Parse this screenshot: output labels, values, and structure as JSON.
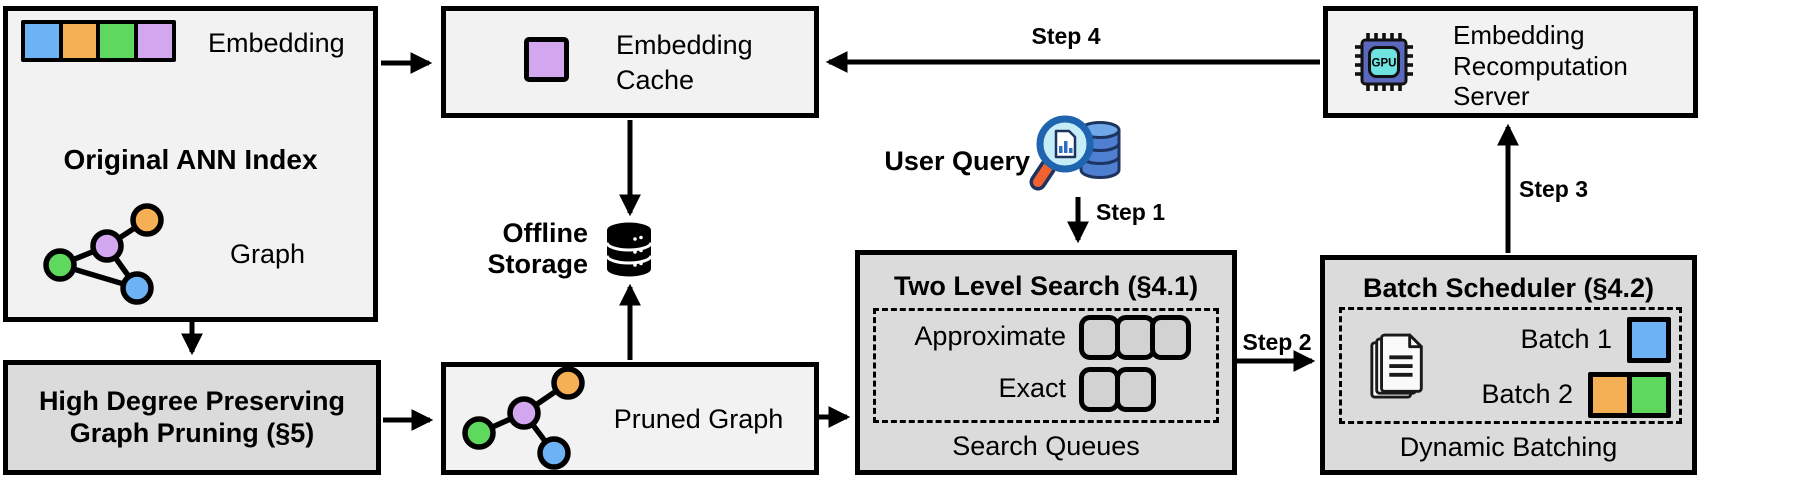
{
  "colors": {
    "blue": "#6CB2F5",
    "orange": "#F5AF55",
    "green": "#5ED95E",
    "purple": "#D2A7EF",
    "box_light": "#F2F2F2",
    "box_gray": "#DBDBDB",
    "slot_fill": "#D2D2D2",
    "gpu_chip": "#5A69BE",
    "gpu_core": "#6FE3DF",
    "query_db_blue": "#4E7FD0",
    "query_db_top": "#6FA8E8",
    "query_db_dark": "#1D3461",
    "lens_fill": "#C6ECF7",
    "lens_rim": "#1F64AE",
    "handle_orange": "#F2622E",
    "doc_fill": "#FAFAFA",
    "doc_stroke": "#1A1A1A"
  },
  "boxes": {
    "original_ann_index": {
      "title": "Original ANN Index",
      "embedding_label": "Embedding",
      "graph_label": "Graph",
      "embedding_swatches": [
        "blue",
        "orange",
        "green",
        "purple"
      ]
    },
    "high_degree_pruning": {
      "title": "High Degree Preserving\nGraph Pruning (§5)"
    },
    "embedding_cache": {
      "label": "Embedding\nCache",
      "swatches": [
        "purple"
      ]
    },
    "offline_storage": {
      "label": "Offline\nStorage"
    },
    "pruned_graph": {
      "label": "Pruned Graph"
    },
    "user_query": {
      "label": "User Query"
    },
    "two_level_search": {
      "title": "Two Level Search (§4.1)",
      "approximate_label": "Approximate",
      "approximate_slots": 3,
      "exact_label": "Exact",
      "exact_slots": 2,
      "caption": "Search Queues"
    },
    "batch_scheduler": {
      "title": "Batch Scheduler (§4.2)",
      "batch1_label": "Batch 1",
      "batch1_swatches": [
        "blue"
      ],
      "batch2_label": "Batch 2",
      "batch2_swatches": [
        "orange",
        "green"
      ],
      "caption": "Dynamic Batching"
    },
    "recomputation_server": {
      "label": "Embedding\nRecomputation\nServer",
      "gpu_label": "GPU"
    }
  },
  "steps": {
    "step1": "Step 1",
    "step2": "Step 2",
    "step3": "Step 3",
    "step4": "Step 4"
  }
}
